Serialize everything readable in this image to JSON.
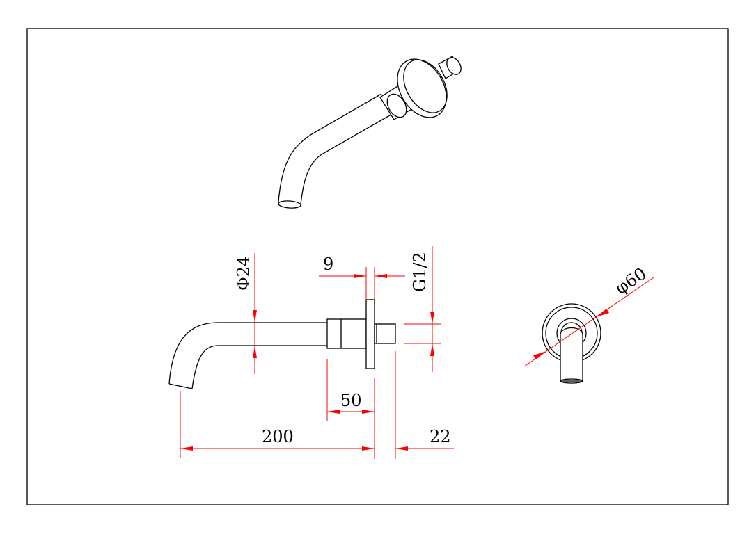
{
  "dimensions": {
    "pipe_diameter": "Φ24",
    "flange_thickness": "9",
    "thread": "G1/2",
    "flange_diameter": "φ60",
    "body_length": "50",
    "spout_reach": "200",
    "thread_length": "22"
  },
  "colors": {
    "outline": "#000000",
    "dimension_lines": "#ff0000",
    "background": "#ffffff"
  }
}
